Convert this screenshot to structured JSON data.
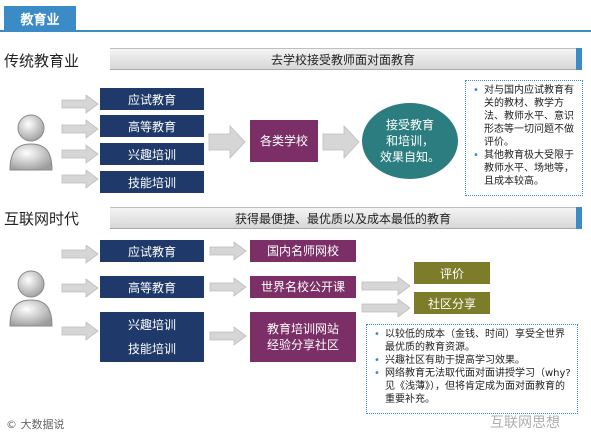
{
  "tag": "教育业",
  "traditional": {
    "title": "传统教育业",
    "bar": "去学校接受教师面对面教育",
    "categories": [
      "应试教育",
      "高等教育",
      "兴趣培训",
      "技能培训"
    ],
    "school": "各类学校",
    "result": "接受教育\n和培训，\n效果自知。",
    "notes": [
      "对与国内应试教育有关的教材、教学方法、教师水平、意识形态等一切问题不做评价。",
      "其他教育极大受限于教师水平、场地等，且成本较高。"
    ]
  },
  "internet": {
    "title": "互联网时代",
    "bar": "获得最便捷、最优质以及成本最低的教育",
    "categories": [
      "应试教育",
      "高等教育",
      "兴趣培训",
      "技能培训"
    ],
    "targets": [
      "国内名师网校",
      "世界名校公开课",
      "教育培训网站\n经验分享社区"
    ],
    "outcomes": [
      "评价",
      "社区分享"
    ],
    "notes": [
      "以较低的成本（金钱、时间）享受全世界最优质的教育资源。",
      "兴趣社区有助于提高学习效果。",
      "网络教育无法取代面对面讲授学习（why? 见《浅薄》），但将肯定成为面对面教育的重要补充。"
    ]
  },
  "footer": "© 大数据说",
  "watermark": "互联网思想"
}
